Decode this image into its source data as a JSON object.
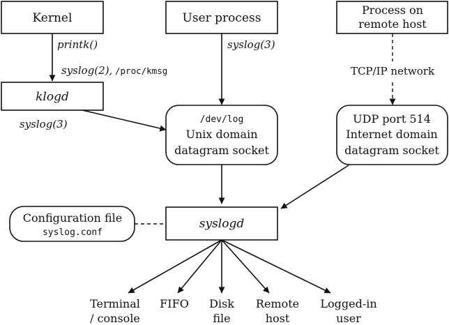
{
  "nodes": {
    "kernel": "Kernel",
    "user_process": "User process",
    "remote_process": [
      "Process on",
      "remote host"
    ],
    "klogd": "klogd",
    "unix_socket": [
      "/dev/log",
      "Unix domain",
      "datagram socket"
    ],
    "udp_socket": [
      "UDP port 514",
      "Internet domain",
      "datagram socket"
    ],
    "config_file": [
      "Configuration file",
      "syslog.conf"
    ],
    "syslogd": "syslogd"
  },
  "edge_labels": {
    "printk": "printk()",
    "syslog2": "syslog(2),",
    "proc_kmsg": "/proc/kmsg",
    "syslog3_user": "syslog(3)",
    "syslog3_klogd": "syslog(3)",
    "tcpip": "TCP/IP network"
  },
  "outputs": {
    "terminal": [
      "Terminal",
      "/ console"
    ],
    "fifo": "FIFO",
    "disk": [
      "Disk",
      "file"
    ],
    "remote": [
      "Remote",
      "host"
    ],
    "loggedin": [
      "Logged-in",
      "user"
    ]
  }
}
